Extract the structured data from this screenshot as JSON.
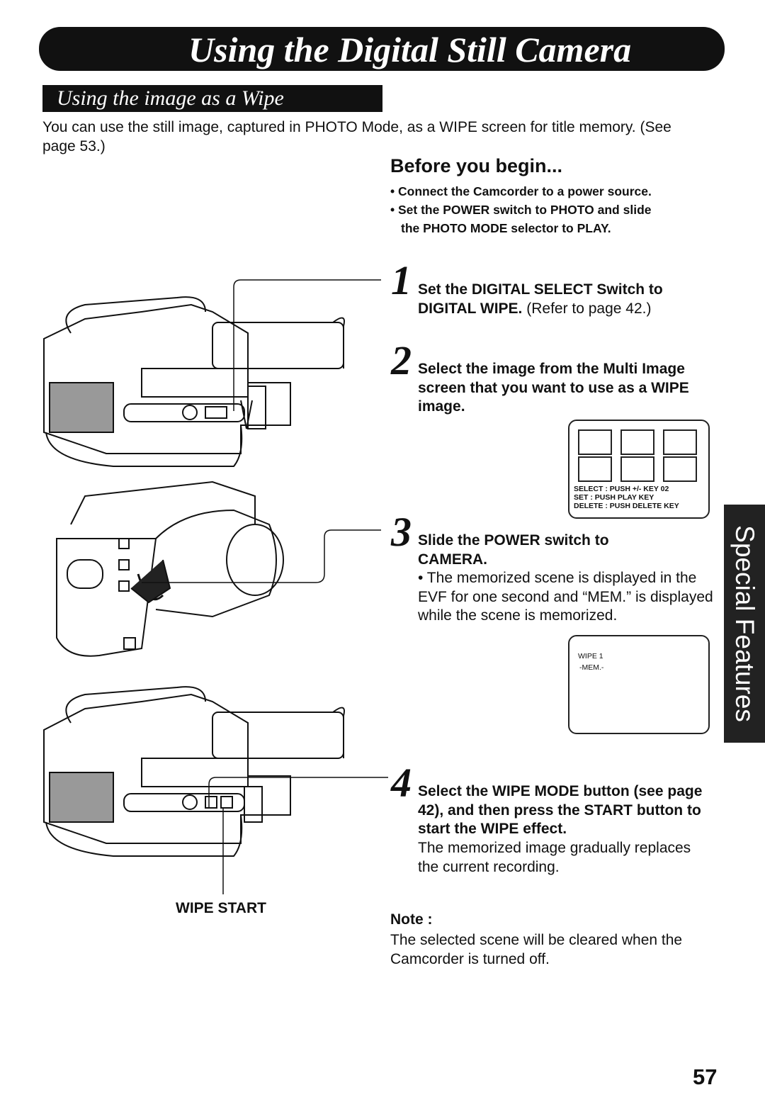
{
  "header": {
    "title": "Using the Digital Still Camera",
    "section_title": "Using  the image as a Wipe"
  },
  "intro": "You can use the still image, captured in PHOTO Mode, as a WIPE screen for title memory. (See page 53.)",
  "before_you_begin": {
    "heading": "Before you begin...",
    "bullets": [
      "• Connect the Camcorder to a power source.",
      "• Set the POWER switch to PHOTO and slide",
      "the PHOTO MODE selector to PLAY."
    ]
  },
  "steps": [
    {
      "number": "1",
      "bold_text": "Set the DIGITAL SELECT Switch to DIGITAL WIPE.",
      "normal_text": " (Refer to page 42.)"
    },
    {
      "number": "2",
      "bold_text": "Select the image from the Multi Image screen that you want to use as a WIPE image.",
      "normal_text": ""
    },
    {
      "number": "3",
      "bold_text": "Slide the POWER switch to CAMERA.",
      "normal_text": "• The memorized scene is displayed in the EVF for one second and “MEM.” is displayed while the scene is memorized."
    },
    {
      "number": "4",
      "bold_text": "Select the WIPE MODE button (see page 42), and then press the START button to start the WIPE effect.",
      "normal_text": "The memorized image gradually replaces the current recording."
    }
  ],
  "multi_screen": {
    "line1": "SELECT : PUSH +/- KEY   02",
    "line2": "SET      : PUSH PLAY KEY",
    "line3": "DELETE : PUSH DELETE KEY"
  },
  "evf_screen": {
    "line1": "WIPE 1",
    "line2": "-MEM.-"
  },
  "figure_label": "WIPE START",
  "note": {
    "heading": "Note :",
    "body": "The selected scene will be cleared when the Camcorder is turned off."
  },
  "side_tab": "Special Features",
  "page_number": "57"
}
